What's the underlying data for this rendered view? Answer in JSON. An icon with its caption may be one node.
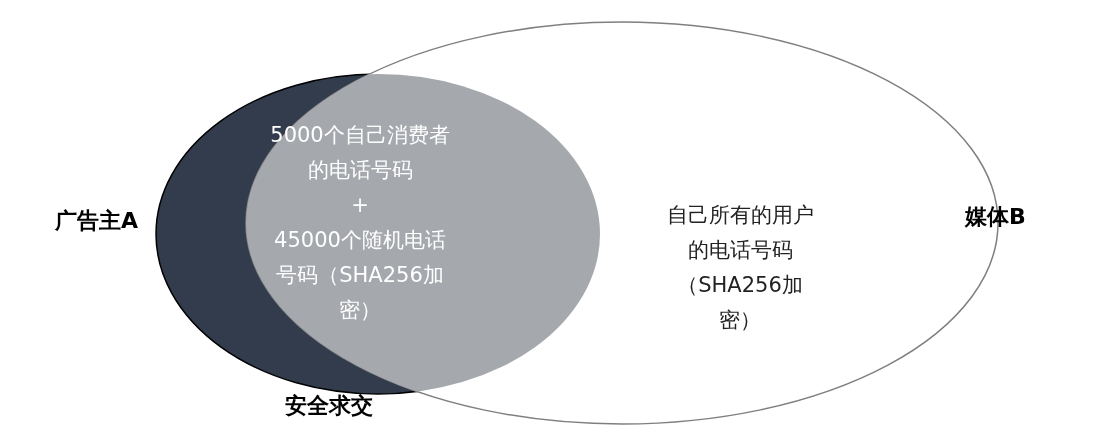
{
  "diagram": {
    "nodes": [
      {
        "text": [
          "广告主A"
        ]
      },
      {
        "text": [
          "自己所有的用户的电话号码（SHA256加密）",
          "媒体B"
        ]
      },
      {
        "text": [
          "5000个自己消费者的电话号码",
          "+",
          "45000个随机电话号码（SHA256加密）"
        ],
        "beside": [
          "安全求交"
        ]
      }
    ]
  }
}
